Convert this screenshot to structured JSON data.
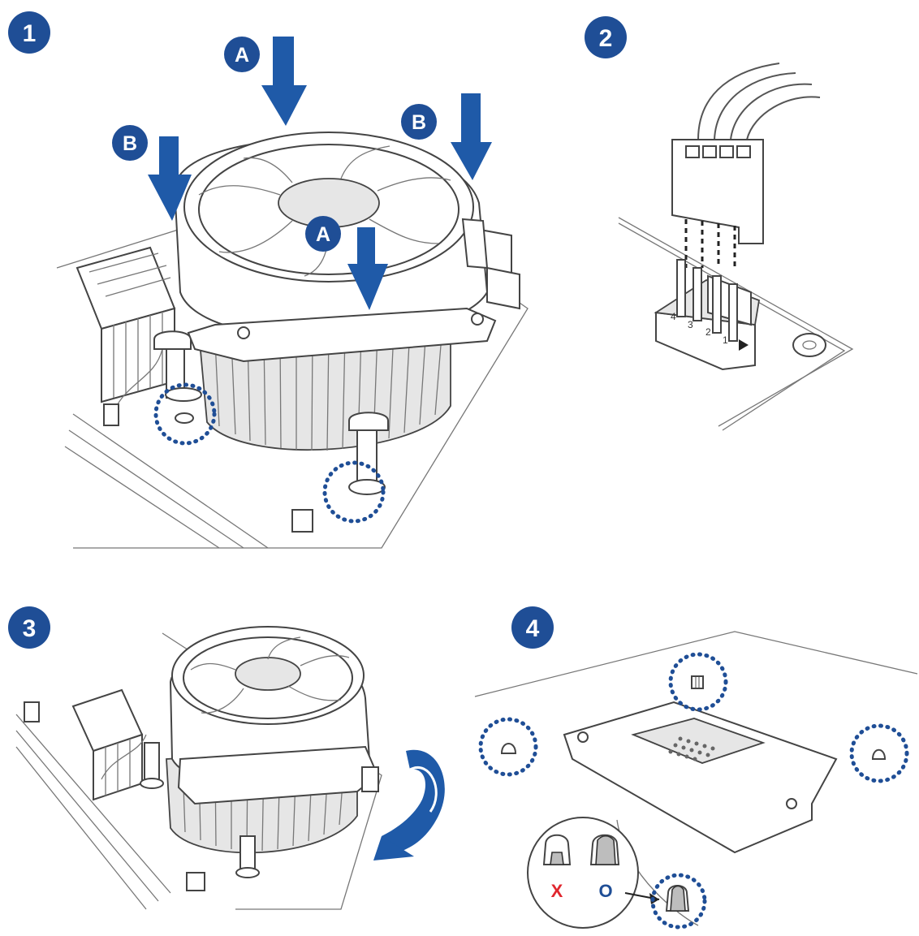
{
  "steps": [
    {
      "number": "1"
    },
    {
      "number": "2"
    },
    {
      "number": "3"
    },
    {
      "number": "4"
    }
  ],
  "callouts": {
    "push_center": "A",
    "push_diagonal": "B"
  },
  "fan_header_pins": [
    "4",
    "3",
    "2",
    "1"
  ],
  "push_pin_check": {
    "wrong_mark": "X",
    "right_mark": "O",
    "wrong_color": "#e0262e",
    "right_color": "#1f4e96"
  },
  "colors": {
    "accent_blue": "#1f4e96",
    "arrow_blue": "#1f5aa8",
    "line_gray": "#555555"
  }
}
